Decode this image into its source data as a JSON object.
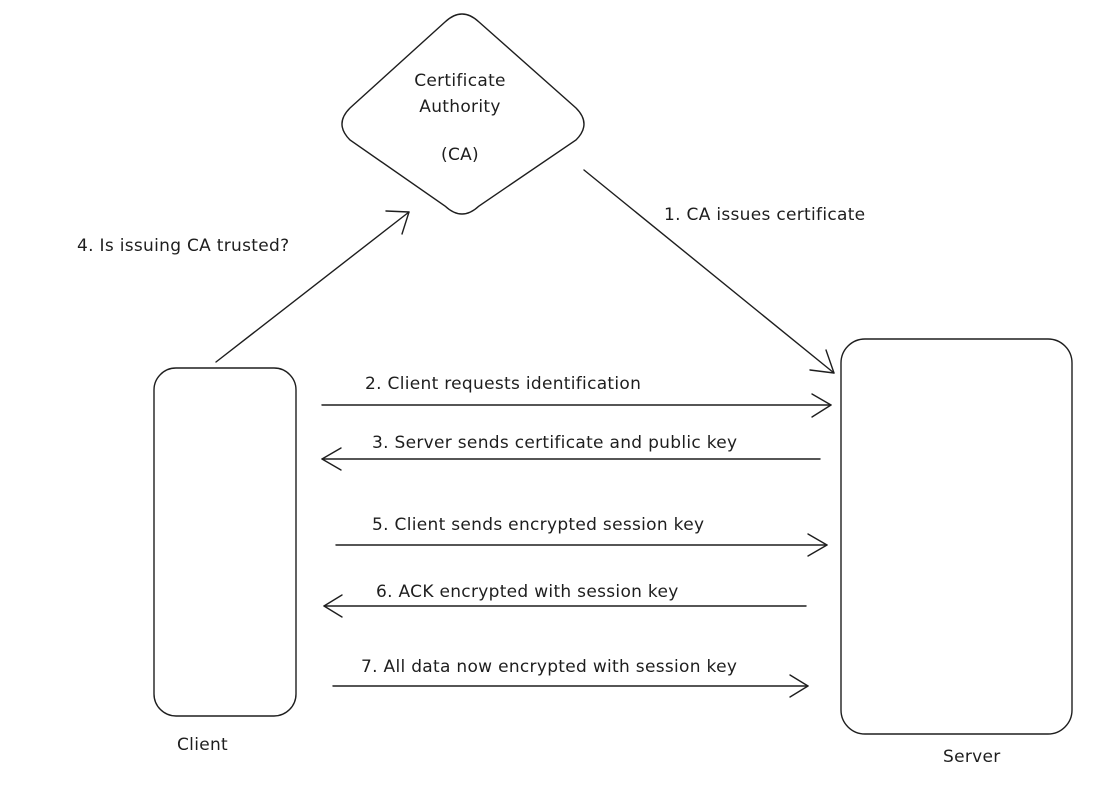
{
  "ca": {
    "line1": "Certificate",
    "line2": "Authority",
    "line3": "(CA)"
  },
  "client": {
    "label": "Client"
  },
  "server": {
    "label": "Server"
  },
  "steps": {
    "s1": "1. CA issues certificate",
    "s2": "2. Client requests identification",
    "s3": "3. Server sends certificate and public key",
    "s4": "4. Is issuing CA trusted?",
    "s5": "5. Client sends encrypted session key",
    "s6": "6. ACK encrypted with session key",
    "s7": "7. All data now encrypted with session key"
  }
}
